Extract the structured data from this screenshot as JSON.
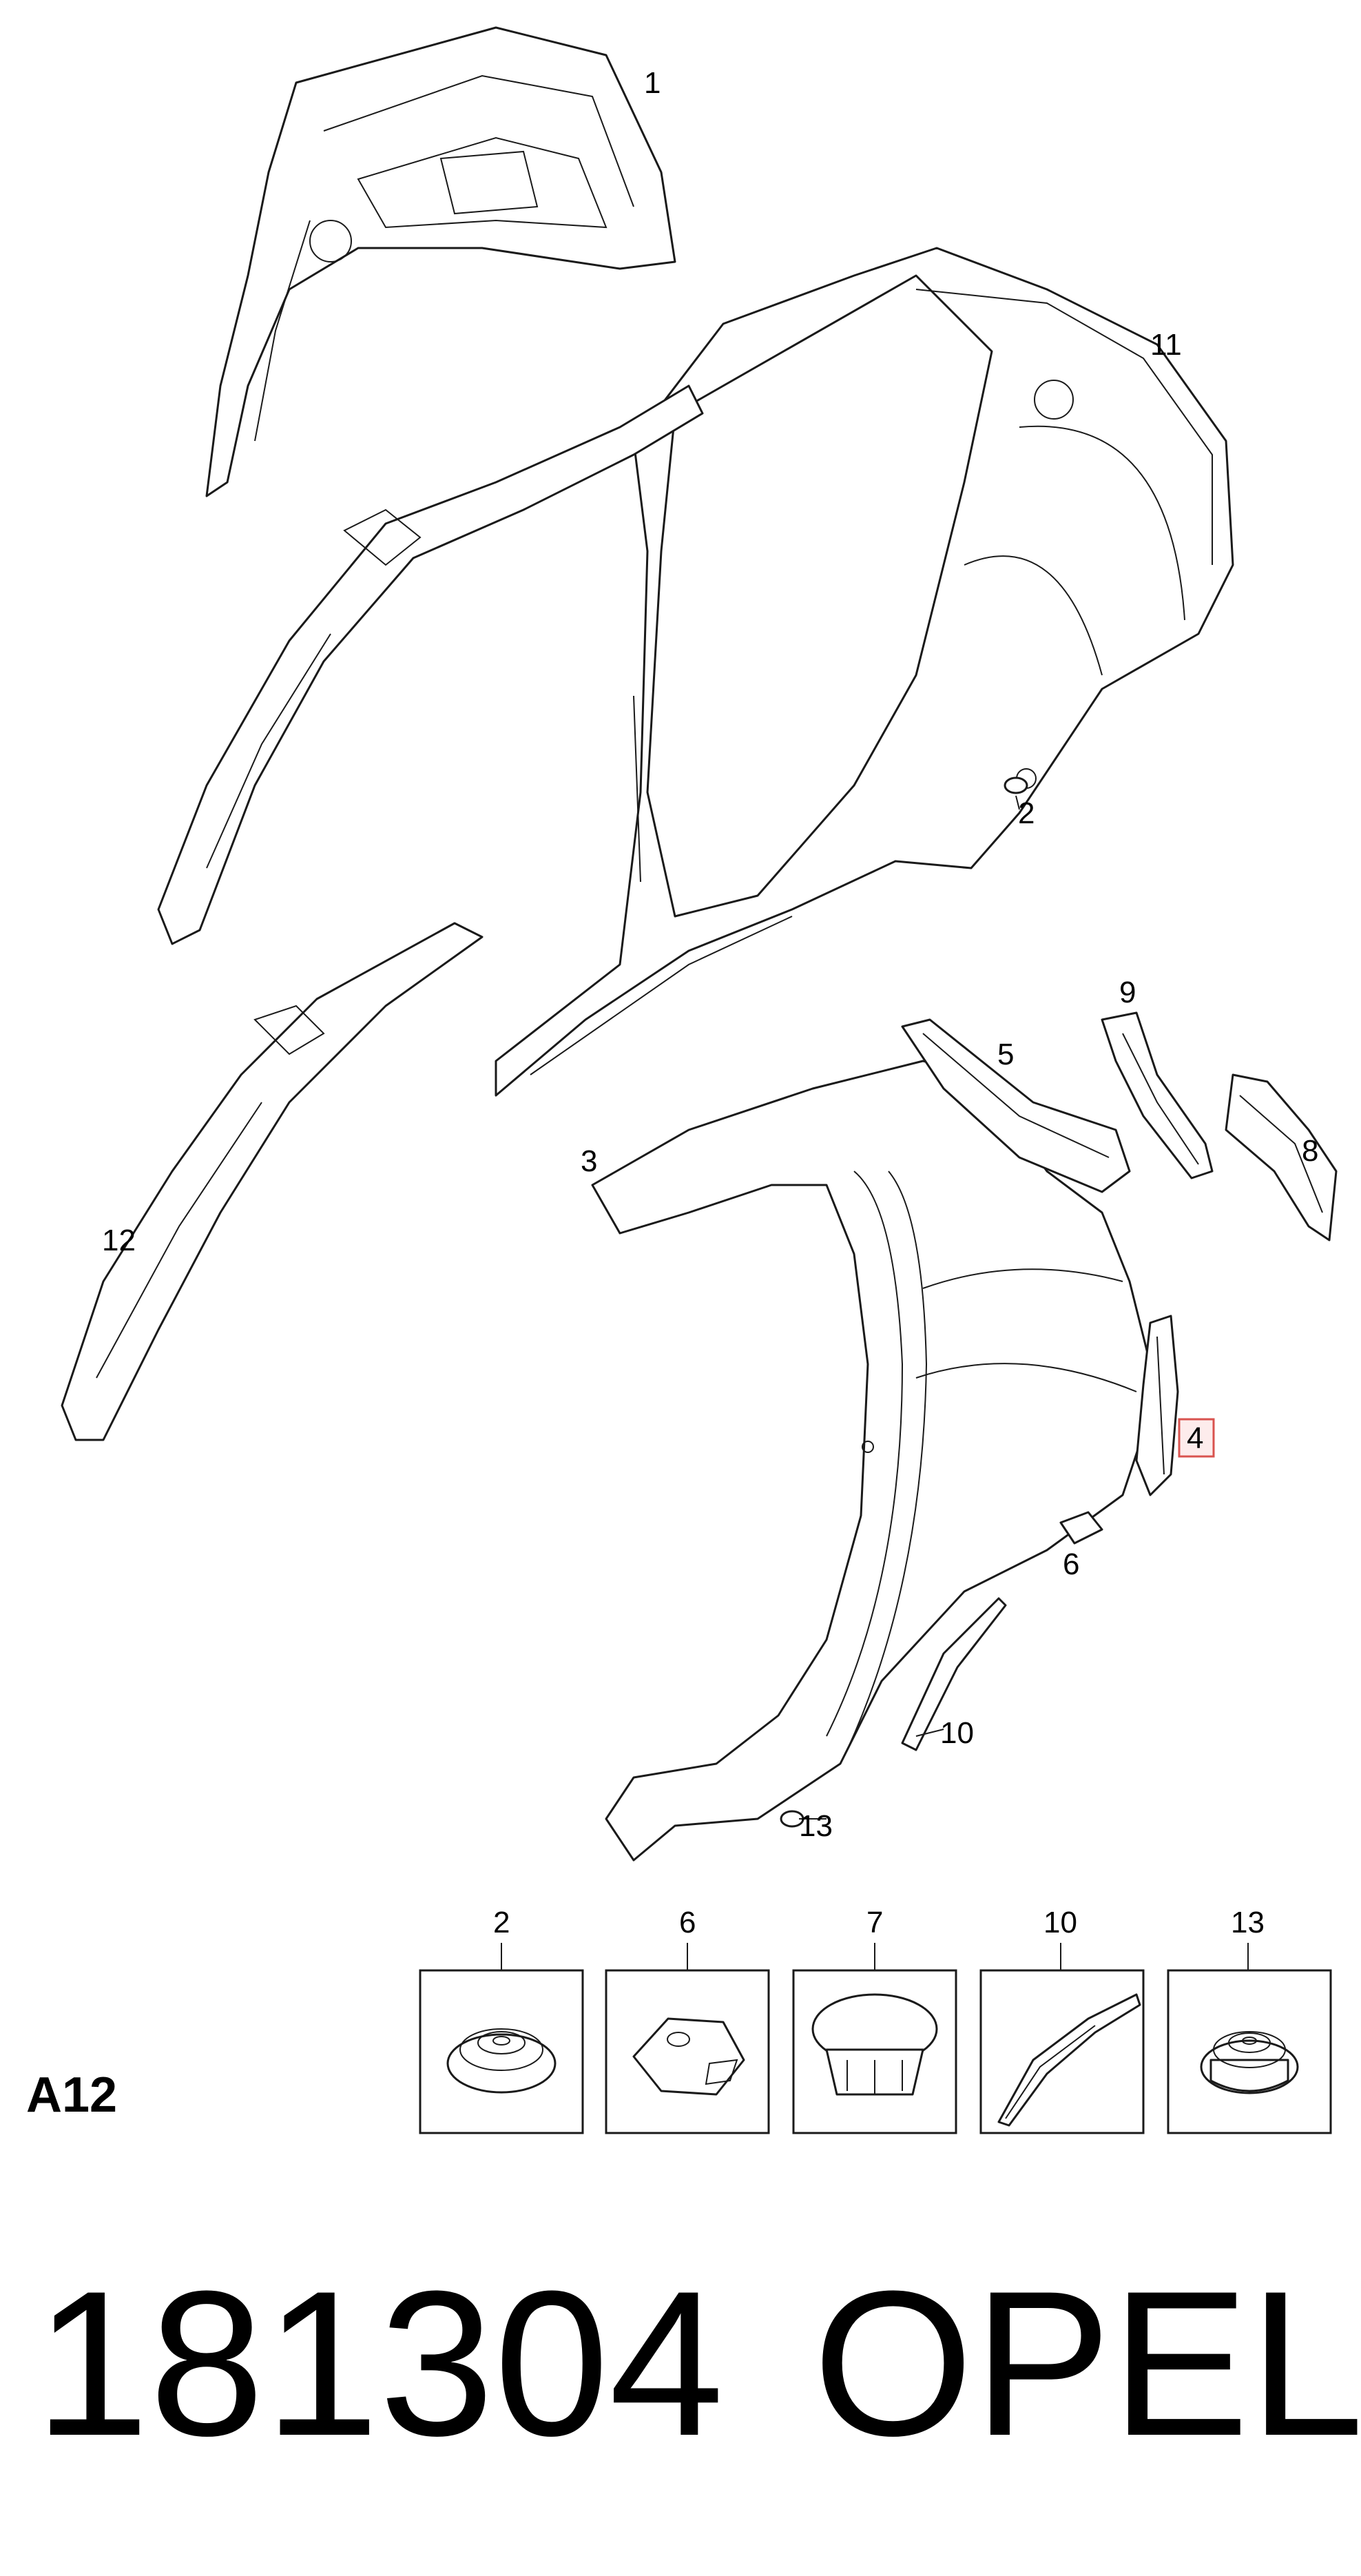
{
  "diagram": {
    "sheet_code": "A12",
    "part_number": "181304",
    "brand": "OPEL",
    "callouts": [
      {
        "id": "c1",
        "label": "1"
      },
      {
        "id": "c11",
        "label": "11"
      },
      {
        "id": "c2a",
        "label": "2"
      },
      {
        "id": "c12",
        "label": "12"
      },
      {
        "id": "c3",
        "label": "3"
      },
      {
        "id": "c5",
        "label": "5"
      },
      {
        "id": "c9",
        "label": "9"
      },
      {
        "id": "c8",
        "label": "8"
      },
      {
        "id": "c4",
        "label": "4",
        "highlighted": true
      },
      {
        "id": "c6",
        "label": "6"
      },
      {
        "id": "c10",
        "label": "10"
      },
      {
        "id": "c13",
        "label": "13"
      }
    ],
    "detail_boxes": [
      {
        "label": "2",
        "icon": "grommet-icon"
      },
      {
        "label": "6",
        "icon": "clip-icon"
      },
      {
        "label": "7",
        "icon": "plug-icon"
      },
      {
        "label": "10",
        "icon": "strip-icon"
      },
      {
        "label": "13",
        "icon": "grommet-icon"
      }
    ],
    "highlight_color": "#d9534f"
  }
}
